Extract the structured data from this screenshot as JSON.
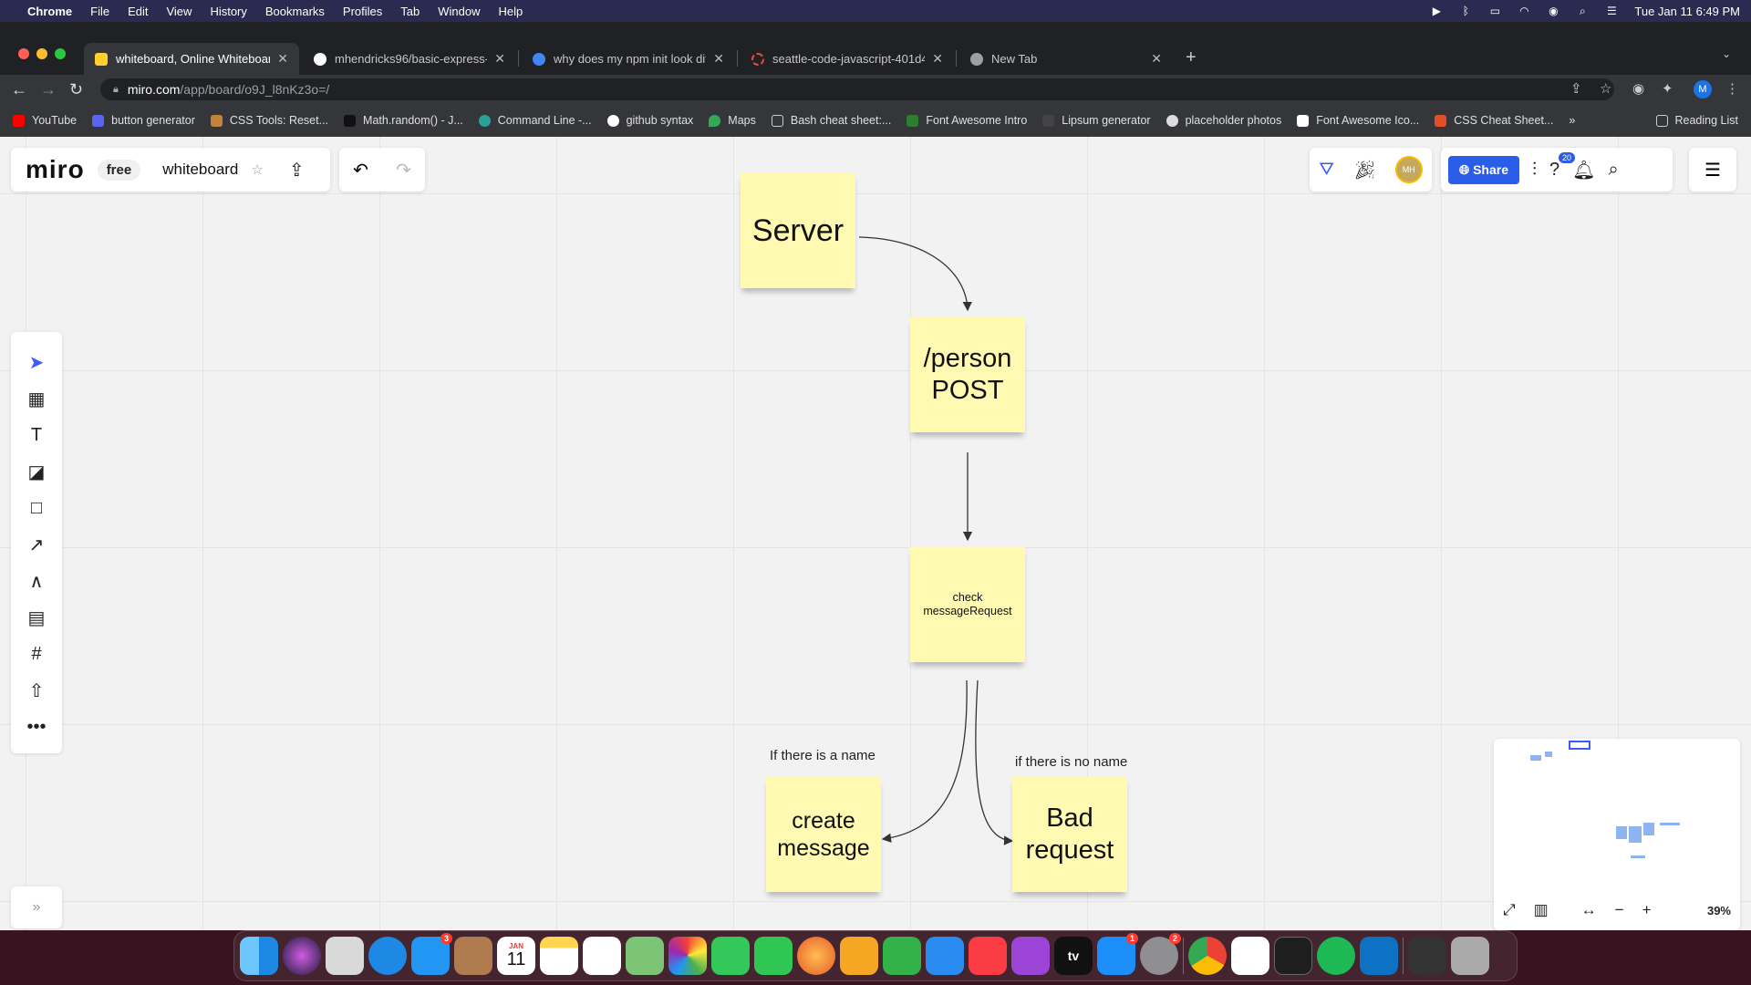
{
  "menubar": {
    "app": "Chrome",
    "items": [
      "File",
      "Edit",
      "View",
      "History",
      "Bookmarks",
      "Profiles",
      "Tab",
      "Window",
      "Help"
    ],
    "clock": "Tue Jan 11  6:49 PM"
  },
  "tabs": [
    {
      "label": "whiteboard, Online Whiteboard",
      "color": "#ffd02f"
    },
    {
      "label": "mhendricks96/basic-express-",
      "color": "#ffffff"
    },
    {
      "label": "why does my npm init look diff",
      "color": "#4285f4"
    },
    {
      "label": "seattle-code-javascript-401d4",
      "color": "#e84a3c"
    },
    {
      "label": "New Tab",
      "color": "#9aa0a6"
    }
  ],
  "address": {
    "host": "miro.com",
    "path": "/app/board/o9J_l8nKz3o=/"
  },
  "profile_initial": "M",
  "bookmarks": [
    {
      "label": "YouTube",
      "color": "#ff0000"
    },
    {
      "label": "button generator",
      "color": "#5865f2"
    },
    {
      "label": "CSS Tools: Reset...",
      "color": "#c0853b"
    },
    {
      "label": "Math.random() - J...",
      "color": "#111111"
    },
    {
      "label": "Command Line -...",
      "color": "#2aa198"
    },
    {
      "label": "github syntax",
      "color": "#ffffff"
    },
    {
      "label": "Maps",
      "color": "#34a853"
    },
    {
      "label": "Bash cheat sheet:...",
      "color": "#888888"
    },
    {
      "label": "Font Awesome Intro",
      "color": "#2e7d32"
    },
    {
      "label": "Lipsum generator",
      "color": "#444444"
    },
    {
      "label": "placeholder photos",
      "color": "#dddddd"
    },
    {
      "label": "Font Awesome Ico...",
      "color": "#ffffff"
    },
    {
      "label": "CSS Cheat Sheet...",
      "color": "#e44d26"
    }
  ],
  "bookmarks_more": "»",
  "reading_list": "Reading List",
  "miro": {
    "logo": "miro",
    "plan": "free",
    "board_name": "whiteboard",
    "share_label": "Share",
    "help_badge": "20",
    "avatar_initials": "MH",
    "zoom": "39%",
    "expand_glyph": "»"
  },
  "stickies": {
    "server": "Server",
    "person_line1": "/person",
    "person_line2": "POST",
    "check_line1": "check",
    "check_line2": "messageRequest",
    "create_line1": "create",
    "create_line2": "message",
    "bad_line1": "Bad",
    "bad_line2": "request"
  },
  "labels": {
    "has_name": "If there is a name",
    "no_name": "if there is no name"
  },
  "dock": {
    "mail_badge": "3",
    "calendar_month": "JAN",
    "calendar_day": "11",
    "appstore_badge": "1",
    "settings_badge": "2",
    "tv_label": "tv"
  },
  "colors": {
    "sticky": "#fff9b1",
    "accent": "#2a5ee8"
  }
}
